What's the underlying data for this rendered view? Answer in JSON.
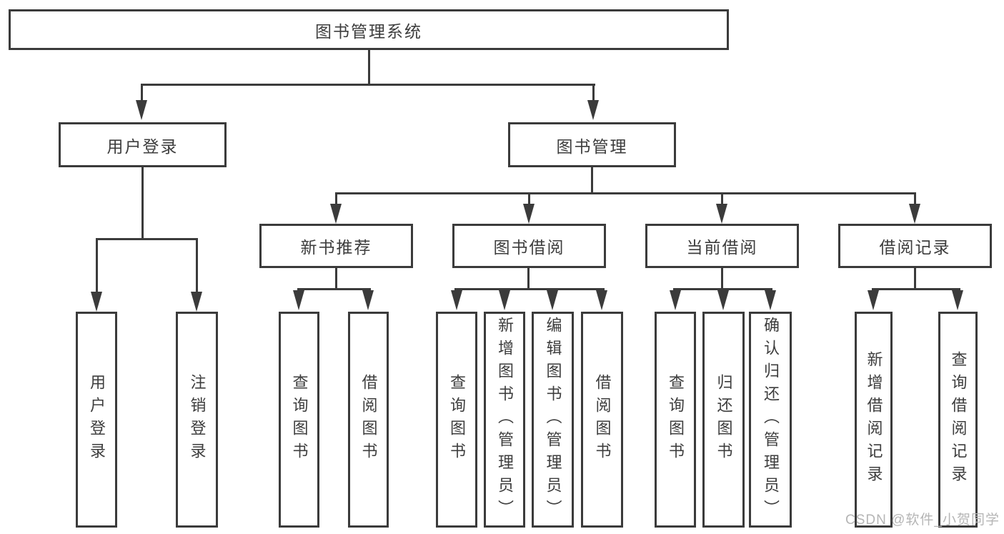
{
  "root": {
    "label": "图书管理系统"
  },
  "branches": [
    {
      "label": "用户登录",
      "children": [
        {
          "label": "用户登录"
        },
        {
          "label": "注销登录"
        }
      ]
    },
    {
      "label": "图书管理",
      "children": [
        {
          "label": "新书推荐",
          "children": [
            {
              "label": "查询图书"
            },
            {
              "label": "借阅图书"
            }
          ]
        },
        {
          "label": "图书借阅",
          "children": [
            {
              "label": "查询图书"
            },
            {
              "label": "新增图书（管理员）"
            },
            {
              "label": "编辑图书（管理员）"
            },
            {
              "label": "借阅图书"
            }
          ]
        },
        {
          "label": "当前借阅",
          "children": [
            {
              "label": "查询图书"
            },
            {
              "label": "归还图书"
            },
            {
              "label": "确认归还（管理员）"
            }
          ]
        },
        {
          "label": "借阅记录",
          "children": [
            {
              "label": "新增借阅记录"
            },
            {
              "label": "查询借阅记录"
            }
          ]
        }
      ]
    }
  ],
  "watermark": {
    "text": "CSDN @软件_小贺同学"
  },
  "colors": {
    "line": "#3b3b3b",
    "text": "#3d3d3d",
    "box_background": "#ffffff",
    "watermark": "#b5b5b5"
  }
}
